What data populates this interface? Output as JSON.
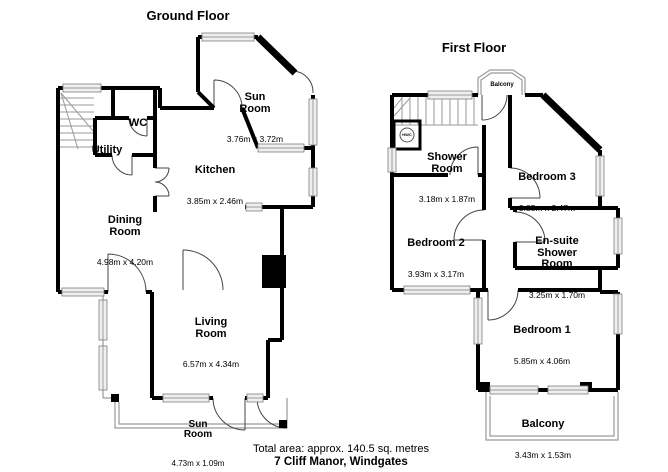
{
  "footer": {
    "total_area": "Total area: approx. 140.5 sq. metres",
    "address": "7 Cliff Manor, Windgates"
  },
  "ground_floor": {
    "title": "Ground Floor",
    "rooms": [
      {
        "id": "sun-room-top",
        "name": "Sun\nRoom",
        "dims": "3.76m x 3.72m"
      },
      {
        "id": "wc",
        "name": "WC",
        "dims": ""
      },
      {
        "id": "utility",
        "name": "Utility",
        "dims": ""
      },
      {
        "id": "kitchen",
        "name": "Kitchen",
        "dims": "3.85m x 2.46m"
      },
      {
        "id": "dining-room",
        "name": "Dining\nRoom",
        "dims": "4.98m x 4.20m"
      },
      {
        "id": "living-room",
        "name": "Living\nRoom",
        "dims": "6.57m x 4.34m"
      },
      {
        "id": "sun-room-bottom",
        "name": "Sun\nRoom",
        "dims": "4.73m x 1.09m"
      }
    ]
  },
  "first_floor": {
    "title": "First Floor",
    "rooms": [
      {
        "id": "balcony-top",
        "name": "Balcony",
        "dims": ""
      },
      {
        "id": "shower-room",
        "name": "Shower\nRoom",
        "dims": "3.18m x 1.87m"
      },
      {
        "id": "bedroom-3",
        "name": "Bedroom 3",
        "dims": "3.85m x 2.47m"
      },
      {
        "id": "bedroom-2",
        "name": "Bedroom 2",
        "dims": "3.93m x 3.17m"
      },
      {
        "id": "ensuite-shower-room",
        "name": "En-suite\nShower\nRoom",
        "dims": "3.25m x 1.70m"
      },
      {
        "id": "bedroom-1",
        "name": "Bedroom 1",
        "dims": "5.85m x 4.06m"
      },
      {
        "id": "balcony-bottom",
        "name": "Balcony",
        "dims": "3.43m x 1.53m"
      },
      {
        "id": "hwc",
        "name": "HWC",
        "dims": ""
      }
    ]
  },
  "colors": {
    "wall": "#000000",
    "window_fill": "#efefef",
    "window_stroke": "#7d7d7d",
    "door_arc": "#444444",
    "stairs": "#9a9a9a",
    "light_structure": "#9a9a9a",
    "background": "#ffffff"
  }
}
